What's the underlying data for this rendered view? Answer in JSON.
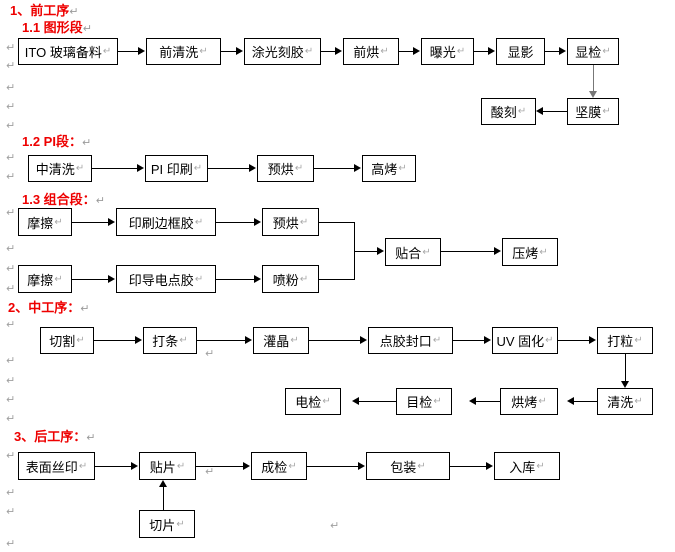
{
  "document": {
    "title": "工艺流程图",
    "pilcrow": "↵",
    "colors": {
      "heading": "#ee0000",
      "box_border": "#000000",
      "pilcrow": "#a0a0a0",
      "connector": "#000000"
    }
  },
  "sections": [
    {
      "id": "s1",
      "heading": "1、前工序",
      "subsections": [
        {
          "id": "s1-1",
          "heading": "1.1 图形段",
          "nodes": [
            "ITO 玻璃备料",
            "前清洗",
            "涂光刻胶",
            "前烘",
            "曝光",
            "显影",
            "显检",
            "坚膜",
            "酸刻"
          ]
        },
        {
          "id": "s1-2",
          "heading": "1.2 PI段：",
          "nodes": [
            "中清洗",
            "PI 印刷",
            "预烘",
            "高烤"
          ]
        },
        {
          "id": "s1-3",
          "heading": "1.3 组合段：",
          "nodes": [
            "摩擦",
            "印刷边框胶",
            "预烘",
            "摩擦",
            "印导电点胶",
            "喷粉",
            "贴合",
            "压烤"
          ]
        }
      ]
    },
    {
      "id": "s2",
      "heading": "2、中工序：",
      "subsections": [
        {
          "id": "s2-1",
          "heading": "",
          "nodes": [
            "切割",
            "打条",
            "灌晶",
            "点胶封口",
            "UV 固化",
            "打粒",
            "清洗",
            "烘烤",
            "目检",
            "电检"
          ]
        }
      ]
    },
    {
      "id": "s3",
      "heading": "3、后工序：",
      "subsections": [
        {
          "id": "s3-1",
          "heading": "",
          "nodes": [
            "表面丝印",
            "贴片",
            "成检",
            "包装",
            "入库",
            "切片"
          ]
        }
      ]
    }
  ],
  "boxes": {
    "b1": "ITO 玻璃备料",
    "b2": "前清洗",
    "b3": "涂光刻胶",
    "b4": "前烘",
    "b5": "曝光",
    "b6": "显影",
    "b7": "显检",
    "b8": "坚膜",
    "b9": "酸刻",
    "c1": "中清洗",
    "c2": "PI 印刷",
    "c3": "预烘",
    "c4": "高烤",
    "d1": "摩擦",
    "d2": "印刷边框胶",
    "d3": "预烘",
    "d4": "摩擦",
    "d5": "印导电点胶",
    "d6": "喷粉",
    "d7": "贴合",
    "d8": "压烤",
    "e1": "切割",
    "e2": "打条",
    "e3": "灌晶",
    "e4": "点胶封口",
    "e5": "UV 固化",
    "e6": "打粒",
    "e7": "清洗",
    "e8": "烘烤",
    "e9": "目检",
    "e10": "电检",
    "f1": "表面丝印",
    "f2": "贴片",
    "f3": "成检",
    "f4": "包装",
    "f5": "入库",
    "f6": "切片"
  },
  "headings": {
    "h1": "1、前工序",
    "h1_1": "1.1 图形段",
    "h1_2": "1.2 PI段：",
    "h1_3": "1.3 组合段：",
    "h2": "2、中工序：",
    "h3": "3、后工序："
  },
  "marks": {
    "p": "↵"
  }
}
